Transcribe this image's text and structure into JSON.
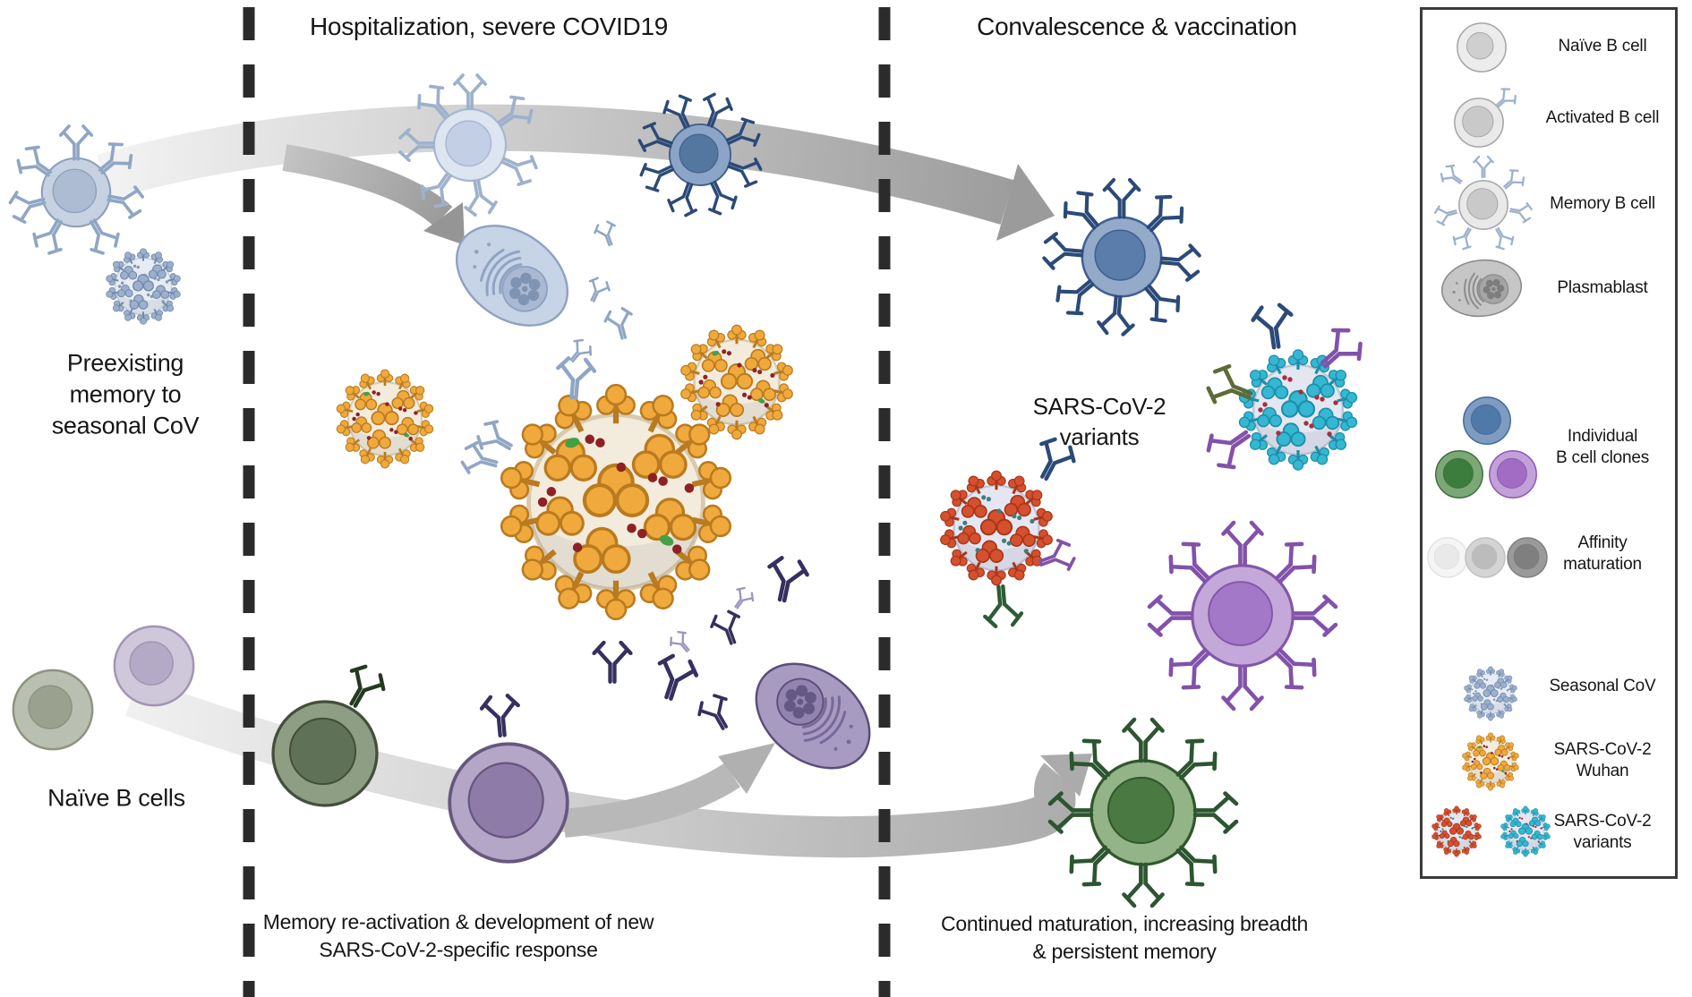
{
  "titles": {
    "middle": "Hospitalization, severe COVID19",
    "right": "Convalescence & vaccination"
  },
  "labels": {
    "preexisting": "Preexisting\nmemory to\nseasonal CoV",
    "naive": "Naïve B cells",
    "variants": "SARS-CoV-2\nvariants",
    "middle_bottom": "Memory re-activation & development of new\nSARS-CoV-2-specific response",
    "right_bottom": "Continued maturation, increasing breadth\n& persistent memory"
  },
  "legend": {
    "items": [
      {
        "label": "Naïve B cell",
        "icon": "naive-b-cell-icon"
      },
      {
        "label": "Activated B cell",
        "icon": "activated-b-cell-icon"
      },
      {
        "label": "Memory B cell",
        "icon": "memory-b-cell-icon"
      },
      {
        "label": "Plasmablast",
        "icon": "plasmablast-icon"
      },
      {
        "label": "Individual\nB cell clones",
        "icon": "b-cell-clones-icon"
      },
      {
        "label": "Affinity\nmaturation",
        "icon": "affinity-maturation-icon"
      },
      {
        "label": "Seasonal CoV",
        "icon": "seasonal-cov-icon"
      },
      {
        "label": "SARS-CoV-2\nWuhan",
        "icon": "sars-cov-2-wuhan-icon"
      },
      {
        "label": "SARS-CoV-2\nvariants",
        "icon": "sars-cov-2-variants-icon"
      }
    ]
  },
  "palette": {
    "ink": "#161616",
    "dash": "#2b2b2b",
    "legendBorder": "#3a3a3a",
    "steelAb": "#8fa6c4",
    "lightAb": "#9db1cc",
    "navy": "#35305f",
    "navyBlueAb": "#2b4a78",
    "lavender": "#9a93c0",
    "purpleAb": "#8252aa",
    "greenAb": "#2c5530",
    "oliveAb": "#5d6b38",
    "dkGreenAb": "#2c5c35",
    "wuhanSpike": "#f0a93c",
    "wuhanSpikeDark": "#b97a20",
    "wuhanBody": "#f3ecdc",
    "wuhanBodyLine": "#d9c9ad",
    "berry": "#8f2125",
    "greenDot": "#43a047",
    "variantBody": "#e4e7f1",
    "variantLine": "#bfc6da",
    "redSpike": "#d5502f",
    "redSpikeDark": "#a83619",
    "tealDot": "#3f7d7d",
    "cyanSpike": "#35b7d3",
    "cyanSpikeDark": "#1d8ea8",
    "redDot": "#a5303c",
    "seasonalSpike": "#9cb0cd",
    "seasonalSpikeDark": "#7089aa",
    "seasonalBody": "#e7ecf4",
    "seasonalLine": "#c6d1e2",
    "seasonalDot": "#8398b5"
  }
}
